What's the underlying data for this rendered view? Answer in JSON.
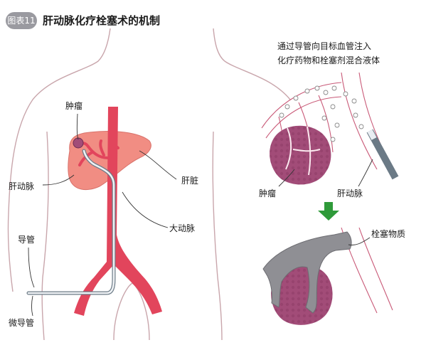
{
  "header": {
    "figure_number": "图表11",
    "title": "肝动脉化疗栓塞术的机制"
  },
  "left_figure": {
    "labels": {
      "tumor": "肿瘤",
      "hepatic_artery": "肝动脉",
      "liver": "肝脏",
      "catheter": "导管",
      "aorta": "大动脉",
      "microcatheter": "微导管"
    }
  },
  "right_figure": {
    "caption_line1": "通过导管向目标血管注入",
    "caption_line2": "化疗药物和栓塞剂混合液体",
    "labels": {
      "tumor": "肿瘤",
      "hepatic_artery": "肝动脉",
      "embolic_material": "栓塞物质"
    }
  },
  "colors": {
    "artery": "#e2455c",
    "liver": "#ef7a6e",
    "tumor": "#a24c78",
    "embolic": "#8f8f94",
    "arrow": "#2f9a3a"
  }
}
